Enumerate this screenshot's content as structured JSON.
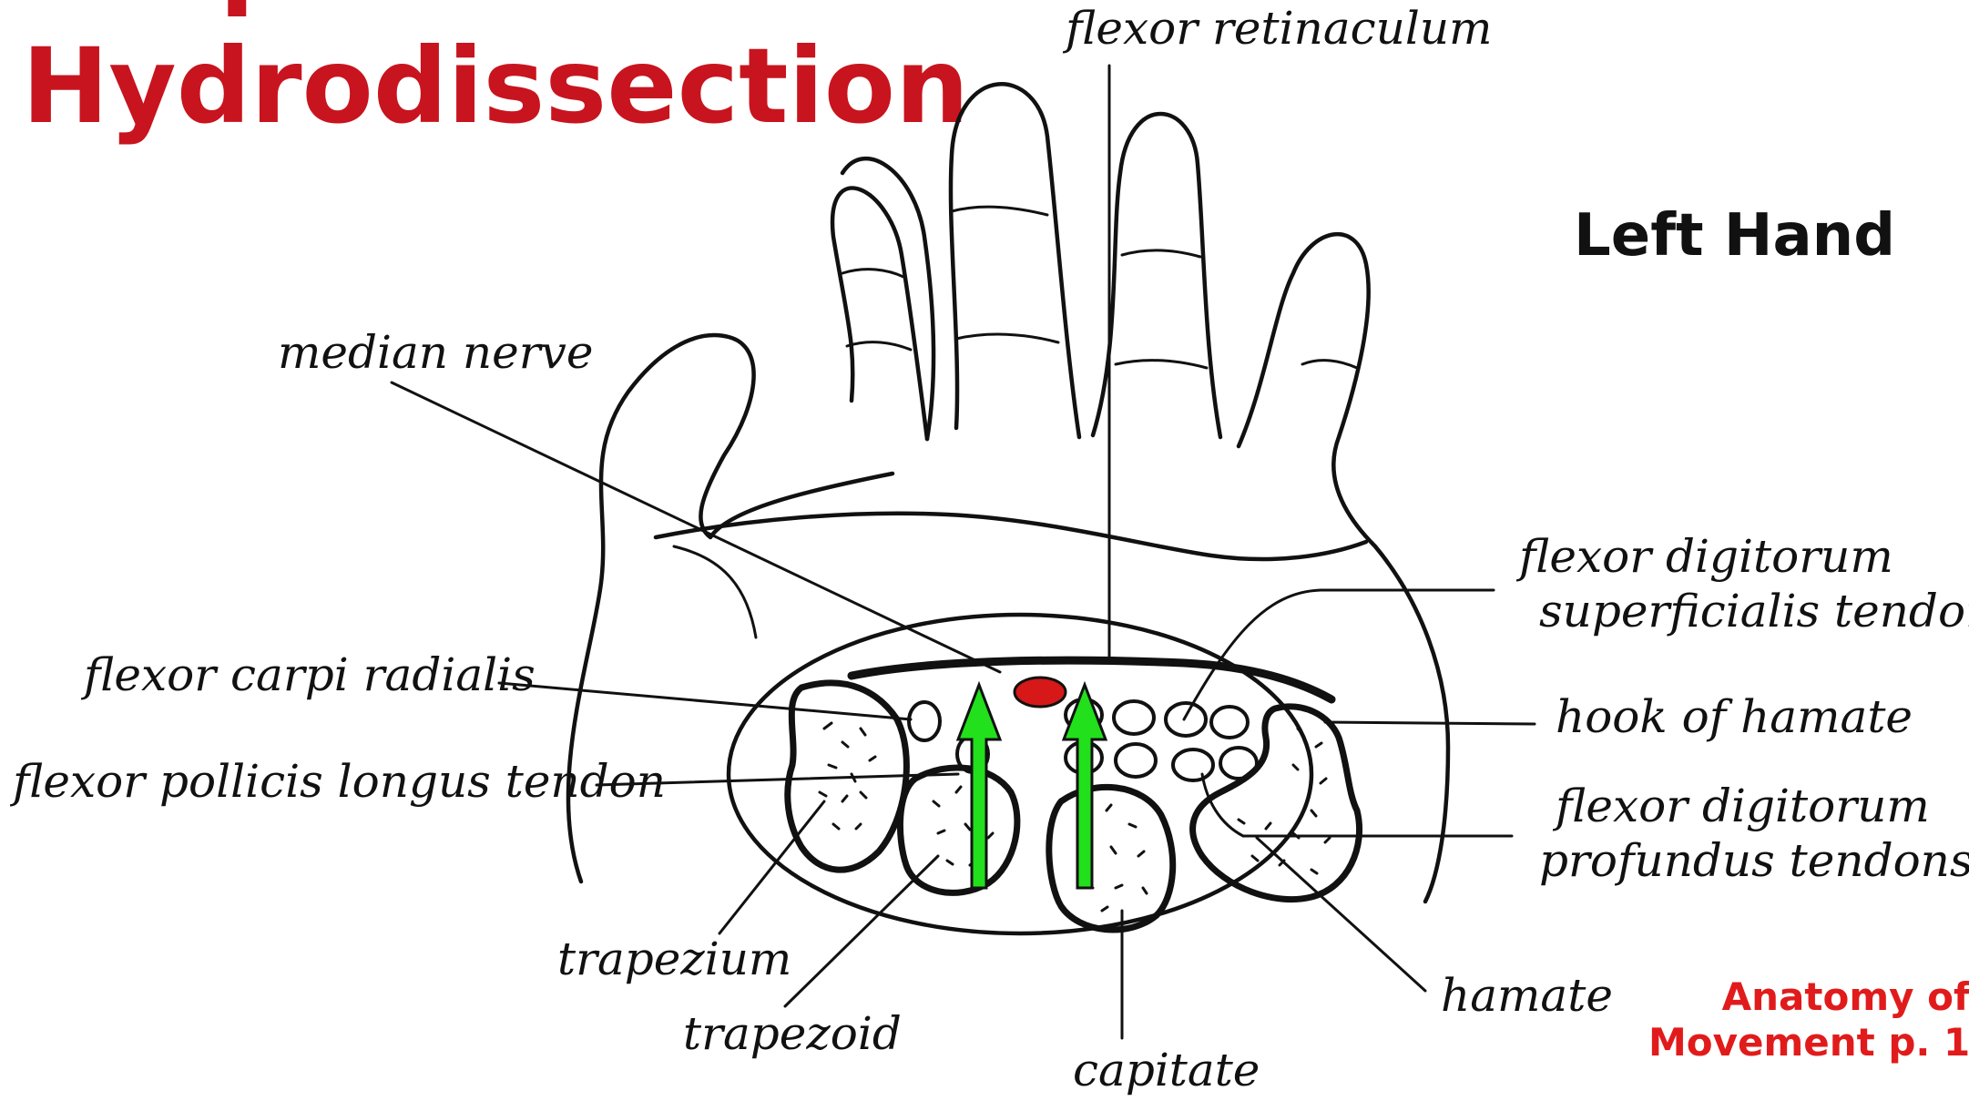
{
  "title": {
    "line1": "Carpal Tunnel",
    "line2": "Hydrodissection"
  },
  "hand_side": "Left Hand",
  "source": {
    "line1": "Anatomy of",
    "line2": "Movement p. 1"
  },
  "labels": {
    "flexor_retinaculum": "flexor retinaculum",
    "median_nerve": "median nerve",
    "flexor_digitorum_superficialis_1": "flexor digitorum",
    "flexor_digitorum_superficialis_2": "superficialis tendons",
    "flexor_carpi_radialis": "flexor carpi radialis",
    "hook_of_hamate": "hook of hamate",
    "flexor_pollicis_longus": "flexor pollicis longus tendon",
    "flexor_digitorum_profundus_1": "flexor digitorum",
    "flexor_digitorum_profundus_2": "profundus tendons",
    "trapezium": "trapezium",
    "trapezoid": "trapezoid",
    "capitate": "capitate",
    "hamate": "hamate"
  },
  "colors": {
    "title": "#c8141e",
    "source": "#e11b1b",
    "arrow": "#22e01b",
    "nerve_marker": "#d61818",
    "line": "#111111"
  },
  "icons": {
    "arrows": "up-arrow",
    "nerve_marker": "red-oval"
  }
}
